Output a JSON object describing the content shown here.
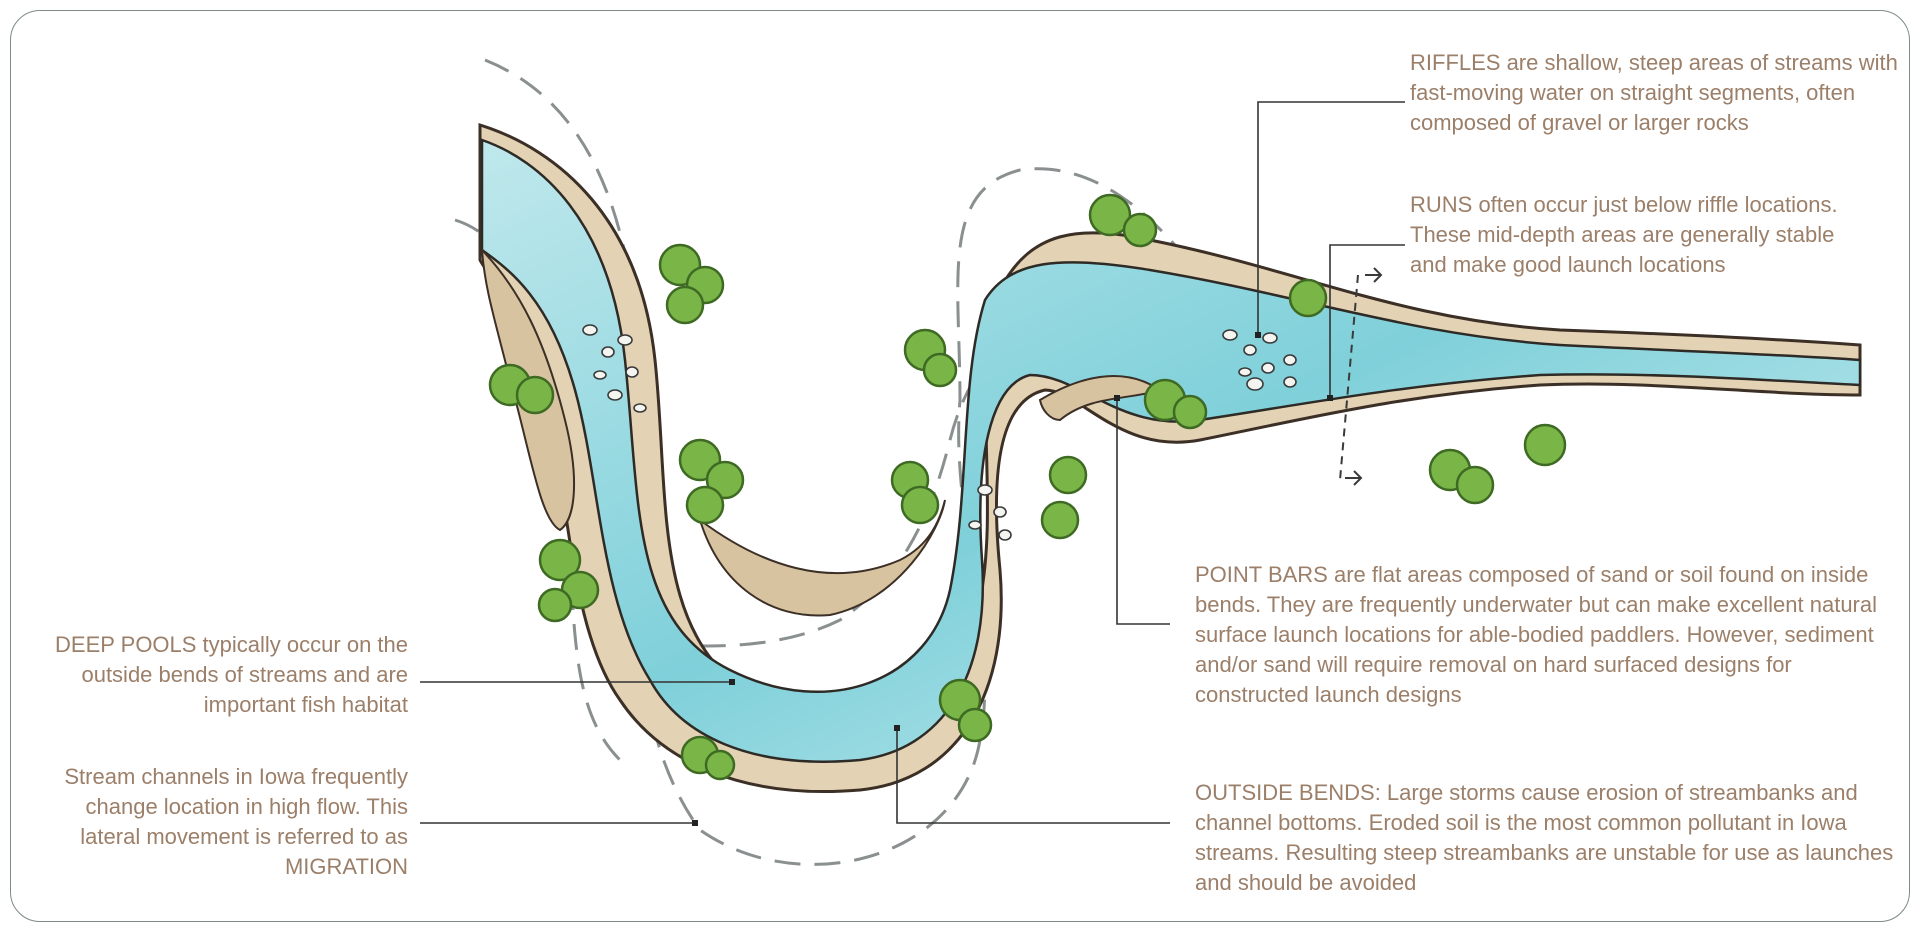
{
  "colors": {
    "label_text": "#9b7f69",
    "leader_line": "#333333",
    "water_light": "#e8f7f8",
    "water_mid": "#a9dfe4",
    "water_deep": "#58c3cf",
    "bank_fill": "#d9c5a6",
    "bank_line": "#3b2f26",
    "tree_fill": "#7ab548",
    "tree_dark": "#3e6a23",
    "migration_dash": "#8a8f90"
  },
  "labels": {
    "riffles": "RIFFLES are shallow, steep areas of streams with fast-moving water on straight segments, often composed of gravel or larger rocks",
    "runs": "RUNS often occur just below riffle locations. These mid-depth areas are generally stable and make good launch locations",
    "point_bars": "POINT BARS are flat areas composed of sand or soil found on inside bends. They are frequently underwater but can make excellent natural surface launch locations for able-bodied paddlers. However, sediment and/or sand will require removal on hard surfaced designs for constructed launch designs",
    "outside_bends": "OUTSIDE BENDS: Large storms cause erosion of streambanks and channel bottoms. Eroded soil is the most common pollutant in Iowa streams. Resulting steep streambanks are unstable for use as launches and should be avoided",
    "deep_pools": "DEEP POOLS typically occur on the outside bends of streams and are important fish habitat",
    "migration": "Stream channels in Iowa frequently change location in high flow. This lateral movement is referred to as MIGRATION"
  },
  "icons": {
    "tree": "tree-icon",
    "rock": "rock-icon",
    "flow_arrow": "arrow-right-icon"
  }
}
